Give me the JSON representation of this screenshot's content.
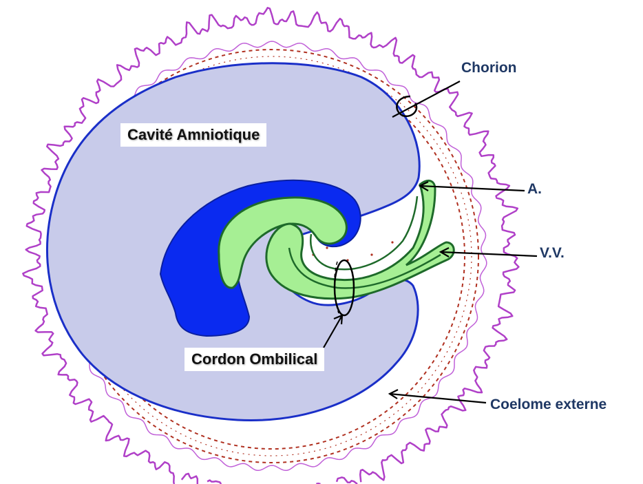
{
  "labels": {
    "cavite": "Cavité Amniotique",
    "cordon": "Cordon Ombilical",
    "chorion": "Chorion",
    "artere": "A.",
    "vesicule": "V.V.",
    "coelome": "Coelome externe"
  },
  "colors": {
    "villi_outline": "#b040c8",
    "dots": "#b03020",
    "amnion_line": "#1a2fc8",
    "amniotic_fill": "#c8cbea",
    "embryo_dark": "#0a2af0",
    "embryo_light": "#a6ef94",
    "embryo_outline": "#1e6a2a",
    "label_text": "#1f3864",
    "arrow": "#000000"
  }
}
